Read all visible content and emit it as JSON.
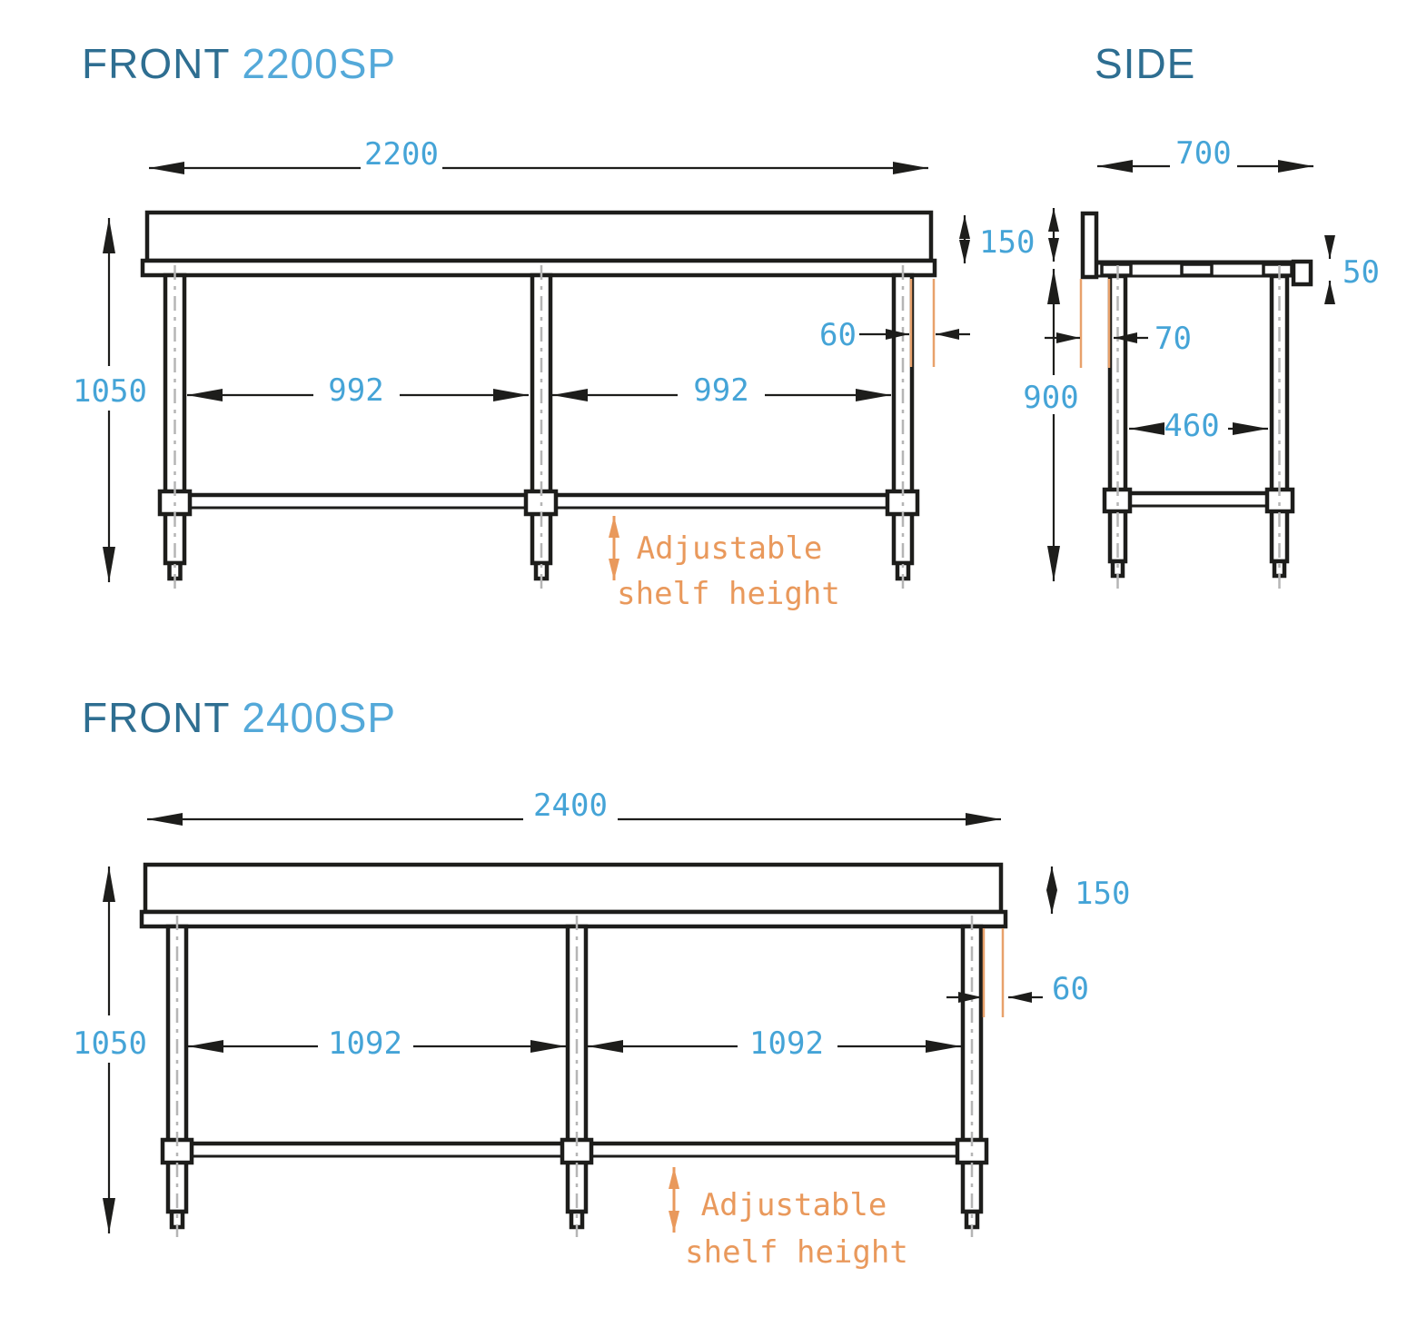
{
  "colors": {
    "line": "#1d1d1b",
    "dim_text": "#45a4d7",
    "title_dark": "#2e6e91",
    "title_light": "#54a9d9",
    "accent_orange": "#e9995c",
    "extension_orange": "#e8a16b",
    "centerline_gray": "#b5b5b5"
  },
  "titles": {
    "front2200_label": "FRONT",
    "front2200_model": "2200SP",
    "side_label": "SIDE",
    "front2400_label": "FRONT",
    "front2400_model": "2400SP"
  },
  "front2200": {
    "width": "2200",
    "height": "1050",
    "splash_height": "150",
    "bay_left": "992",
    "bay_right": "992",
    "edge_offset": "60",
    "note_line1": "Adjustable",
    "note_line2": "shelf height"
  },
  "side": {
    "depth": "700",
    "top_thickness": "50",
    "back_offset": "70",
    "under_height": "900",
    "leg_gap": "460"
  },
  "front2400": {
    "width": "2400",
    "height": "1050",
    "splash_height": "150",
    "bay_left": "1092",
    "bay_right": "1092",
    "edge_offset": "60",
    "note_line1": "Adjustable",
    "note_line2": "shelf height"
  }
}
